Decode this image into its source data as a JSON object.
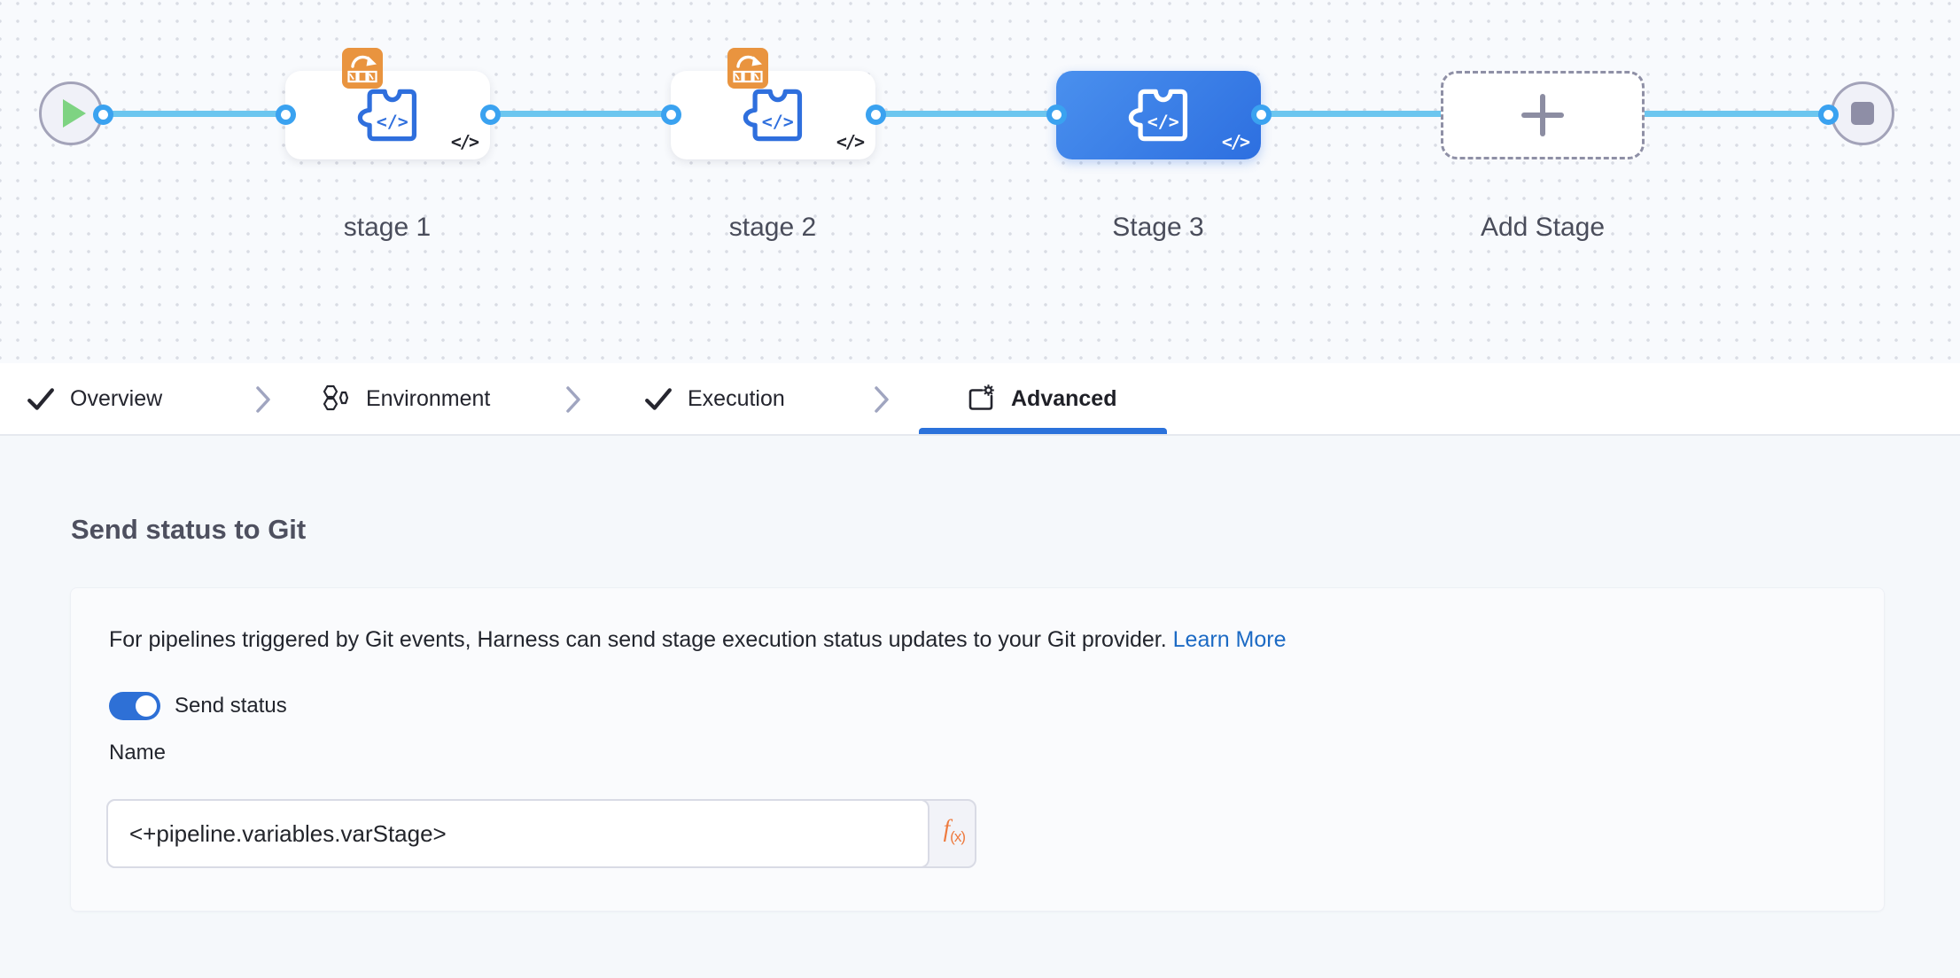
{
  "pipeline": {
    "stages": [
      {
        "label": "stage 1",
        "selected": false,
        "has_badge": true
      },
      {
        "label": "stage 2",
        "selected": false,
        "has_badge": true
      },
      {
        "label": "Stage 3",
        "selected": true,
        "has_badge": false
      }
    ],
    "add_stage": {
      "label": "Add Stage"
    },
    "start_node": "play",
    "end_node": "stop"
  },
  "tabs": [
    {
      "label": "Overview",
      "icon": "check-icon",
      "active": false
    },
    {
      "label": "Environment",
      "icon": "hexagons-icon",
      "active": false
    },
    {
      "label": "Execution",
      "icon": "check-icon",
      "active": false
    },
    {
      "label": "Advanced",
      "icon": "advanced-gear-icon",
      "active": true
    }
  ],
  "advanced_panel": {
    "heading": "Send status to Git",
    "description": "For pipelines triggered by Git events, Harness can send stage execution status updates to your Git provider.",
    "learn_more_label": "Learn More",
    "toggle": {
      "label": "Send status",
      "on": true
    },
    "name_field": {
      "label": "Name",
      "value": "<+pipeline.variables.varStage>"
    },
    "expression_button": {
      "f": "f",
      "sub": "(x)"
    }
  },
  "colors": {
    "edge_blue": "#6cc6ef",
    "connector_ring_blue": "#3aa2f0",
    "selected_stage_gradient": [
      "#4a90ee",
      "#2d6fe0"
    ],
    "stage_icon_blue": "#2f6fdd",
    "badge_orange": "#e9943f",
    "play_green": "#7ed382",
    "stop_gray": "#8e8ea6",
    "active_tab_underline": "#2b72db",
    "link_blue": "#1c6ac4",
    "toggle_blue": "#2e70d6",
    "fx_orange": "#ee7a3e"
  }
}
